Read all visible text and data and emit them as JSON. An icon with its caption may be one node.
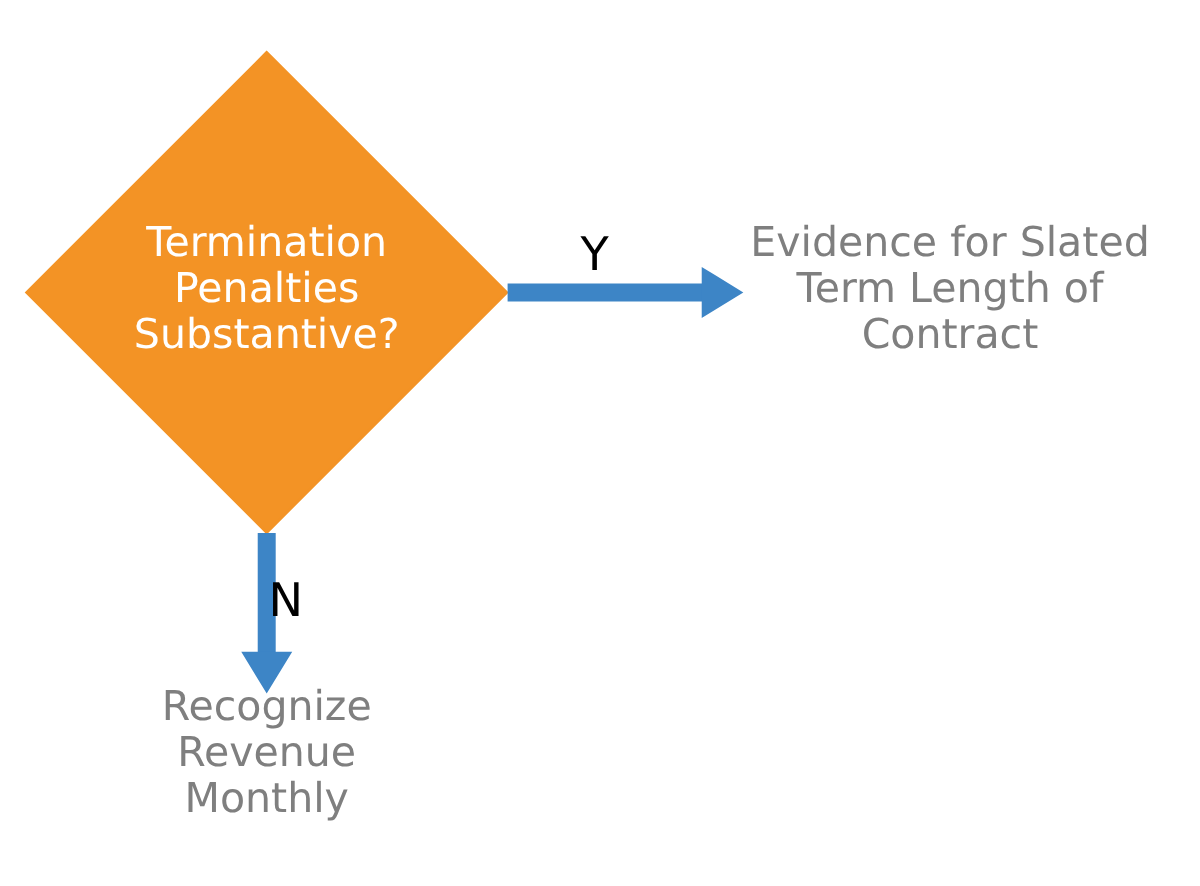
{
  "diagram": {
    "nodes": [
      {
        "text": [
          "Termination Penalties Substantive?"
        ]
      },
      {
        "text": [
          "Evidence for Slated Term Length of Contract"
        ]
      },
      {
        "text": [
          "Recognize Revenue Monthly"
        ]
      }
    ],
    "edges": [
      {
        "from": 0,
        "to": 1,
        "arrow": "to",
        "label": "Y"
      },
      {
        "from": 0,
        "to": 2,
        "arrow": "to",
        "label": "N"
      }
    ]
  }
}
